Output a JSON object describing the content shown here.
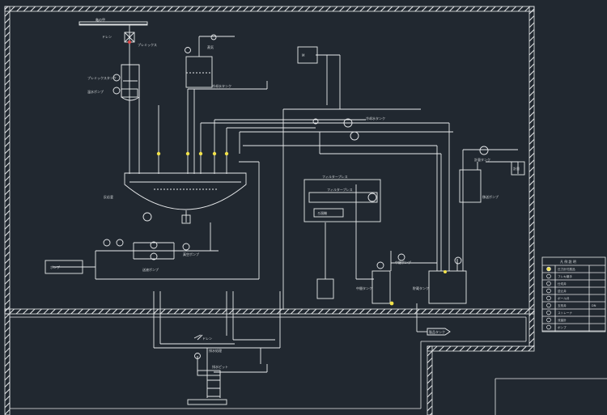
{
  "colors": {
    "background": "#212830",
    "line": "#e8eaec",
    "label": "#d8dcde",
    "accent_yellow": "#f2e24a",
    "accent_red": "#e04848"
  },
  "labels": {
    "top_bar_label": "亀の甲",
    "feed_valve": "ドレン",
    "prepump_tag": "プレミックス",
    "premix_left": "プレミックスタンク",
    "premix_left2": "温水ポンプ",
    "steam_label": "蒸気",
    "motor_box": "M",
    "reactor_label": "反応釜",
    "cooling_tank_top": "冷却水タンク",
    "cooling_tank_label": "冷却水タンク",
    "right_pump_label": "移送ポンプ",
    "filter_box_title": "フィルタープレス",
    "filter_inner": "フィルタープレス",
    "filter_sub": "ろ過機",
    "left_box": "ポンプ",
    "pump_label_mid": "送液ポンプ",
    "vac_pump": "真空ポンプ",
    "right_small_box": "計量",
    "right_tank_label": "計量タンク",
    "tank_a_label": "中間タンク",
    "tank_b_label": "貯蔵タンク",
    "mid_pump_label": "中継ポンプ",
    "outlet_arrow": "製品タンク",
    "bottom_drain": "ドレン",
    "bottom_pipe1": "排水処理",
    "bottom_pipe2": "排水ピット"
  },
  "legend": {
    "title": "凡 例 説 明",
    "rows": [
      {
        "symbol": "gauge-yellow-icon",
        "text": "圧力計付属品",
        "note": ""
      },
      {
        "symbol": "flex-icon",
        "text": "フレキ継手",
        "note": ""
      },
      {
        "symbol": "valve-icon",
        "text": "仕切弁",
        "note": ""
      },
      {
        "symbol": "check-icon",
        "text": "逆止弁",
        "note": ""
      },
      {
        "symbol": "ball-icon",
        "text": "ボール弁",
        "note": ""
      },
      {
        "symbol": "globe-icon",
        "text": "玉形弁",
        "note": "DN"
      },
      {
        "symbol": "y-strainer-icon",
        "text": "ストレーナ",
        "note": ""
      },
      {
        "symbol": "flow-icon",
        "text": "流量計",
        "note": ""
      },
      {
        "symbol": "pump-icon",
        "text": "ポンプ",
        "note": ""
      }
    ]
  }
}
